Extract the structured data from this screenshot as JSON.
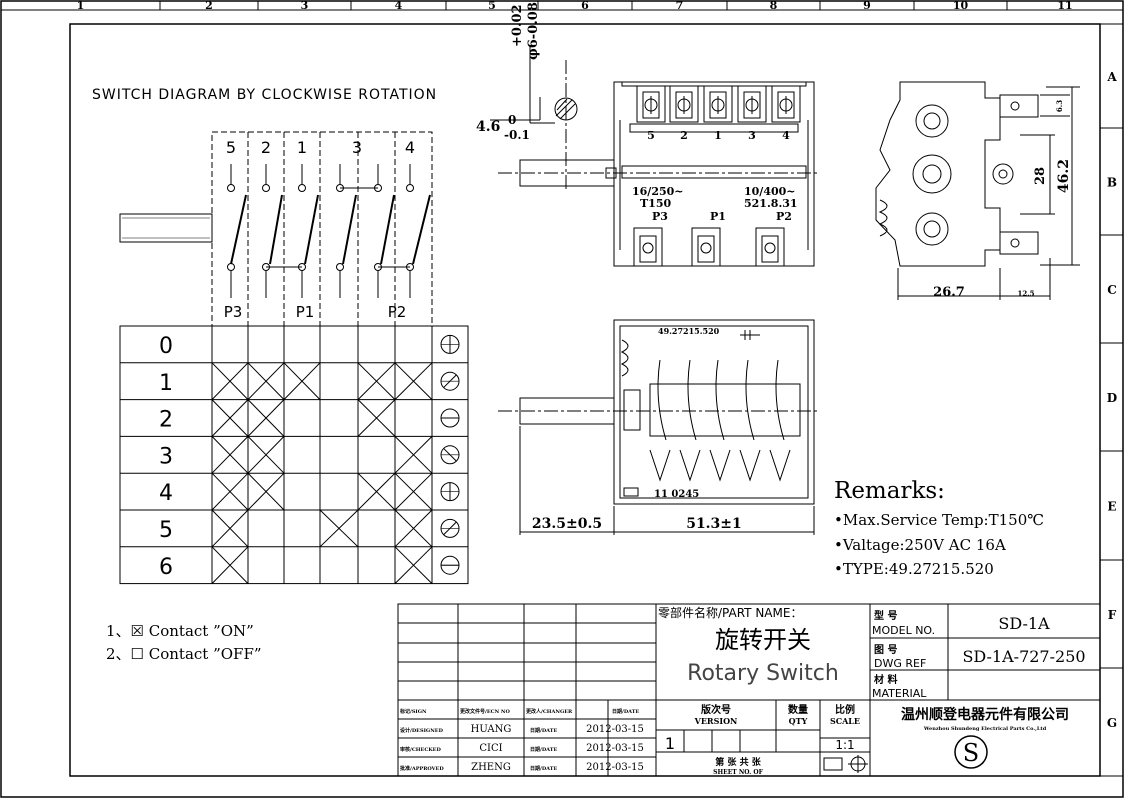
{
  "frame": {
    "columns": [
      "1",
      "2",
      "3",
      "4",
      "5",
      "6",
      "7",
      "8",
      "9",
      "10",
      "11"
    ],
    "rows": [
      "A",
      "B",
      "C",
      "D",
      "E",
      "F",
      "G"
    ]
  },
  "diagram_title": "SWITCH DIAGRAM BY CLOCKWISE ROTATION",
  "terminals_top": [
    "5",
    "2",
    "1",
    "3",
    "4"
  ],
  "phase_labels": [
    "P3",
    "P1",
    "P2"
  ],
  "positions": [
    "0",
    "1",
    "2",
    "3",
    "4",
    "5",
    "6"
  ],
  "contact_matrix": [
    [
      0,
      0,
      0,
      0,
      0,
      0
    ],
    [
      1,
      1,
      1,
      0,
      1,
      1
    ],
    [
      1,
      1,
      0,
      0,
      1,
      0
    ],
    [
      1,
      1,
      0,
      0,
      0,
      1
    ],
    [
      1,
      1,
      0,
      0,
      1,
      1
    ],
    [
      1,
      0,
      0,
      1,
      0,
      1
    ],
    [
      1,
      0,
      0,
      0,
      0,
      1
    ]
  ],
  "legend": {
    "on": "1、☒ Contact ”ON”",
    "off": "2、☐ Contact ”OFF”"
  },
  "front_view": {
    "dim_top": "φ6-0.08",
    "dim_top_tol": "+0.02",
    "dim_left": "4.6",
    "dim_left_tol_top": "0",
    "dim_left_tol_bot": "-0.1",
    "terminal_numbers": [
      "5",
      "2",
      "1",
      "3",
      "4"
    ],
    "rating_left_1": "16/250~",
    "rating_left_2": "T150",
    "rating_right_1": "10/400~",
    "rating_right_2": "521.8.31",
    "bottom_terminals": [
      "P3",
      "P1",
      "P2"
    ]
  },
  "side_view": {
    "dim_width": "26.7",
    "dim_small": "12.5",
    "dim_h1": "28",
    "dim_h2": "46.2",
    "dim_top_small": "6.3"
  },
  "bottom_view": {
    "part_code": "49.27215.520",
    "label": "11  0245",
    "dim_shaft": "23.5±0.5",
    "dim_body": "51.3±1"
  },
  "remarks": {
    "title": "Remarks:",
    "items": [
      "•Max.Service Temp:T150℃",
      "•Valtage:250V  AC  16A",
      "•TYPE:49.27215.520"
    ]
  },
  "title_block": {
    "part_name_label": "零部件名称/PART NAME：",
    "part_name_cn": "旋转开关",
    "part_name_en": "Rotary Switch",
    "model_label_cn": "型      号",
    "model_label_en": "MODEL NO.",
    "model_value": "SD-1A",
    "dwg_label_cn": "图      号",
    "dwg_label_en": "DWG REF",
    "dwg_value": "SD-1A-727-250",
    "material_label_cn": "材      料",
    "material_label_en": "MATERIAL",
    "revision_headers": [
      "标记/SIGN",
      "更改文件号/ECN NO",
      "更改人/CHANGER",
      "日期/DATE"
    ],
    "designed_label": "设计/DESIGNED",
    "designed_by": "HUANG",
    "checked_label": "审核/CHECKED",
    "checked_by": "CICI",
    "approved_label": "批准/APPROVED",
    "approved_by": "ZHENG",
    "date_label": "日期/DATE",
    "date_value": "2012-03-15",
    "version_label_cn": "版次号",
    "version_label_en": "VERSION",
    "version_value": "1",
    "qty_label_cn": "数量",
    "qty_label_en": "QTY",
    "scale_label_cn": "比例",
    "scale_label_en": "SCALE",
    "scale_value": "1:1",
    "sheet_label": "第    张        共    张",
    "sheet_label_en": "SHEET NO.      OF",
    "company_cn": "温州顺登电器元件有限公司",
    "company_en": "Wenzhou Shundeng Electrical Parts Co.,Ltd",
    "logo_letter": "S"
  }
}
